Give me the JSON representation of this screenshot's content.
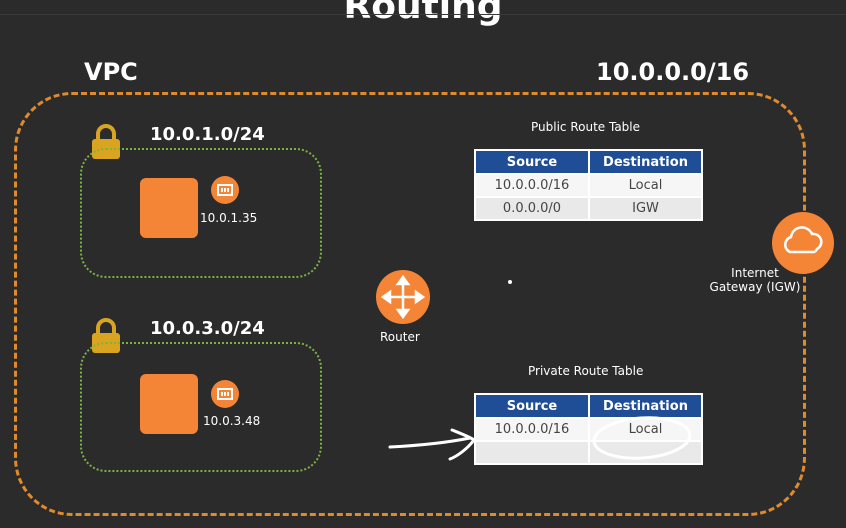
{
  "title": "Routing",
  "vpc": {
    "label": "VPC",
    "cidr": "10.0.0.0/16"
  },
  "subnets": [
    {
      "cidr": "10.0.1.0/24",
      "instance_ip": "10.0.1.35"
    },
    {
      "cidr": "10.0.3.0/24",
      "instance_ip": "10.0.3.48"
    }
  ],
  "router": {
    "label": "Router"
  },
  "igw": {
    "label_line1": "Internet",
    "label_line2": "Gateway (IGW)"
  },
  "public_route_table": {
    "title": "Public Route Table",
    "headers": [
      "Source",
      "Destination"
    ],
    "rows": [
      [
        "10.0.0.0/16",
        "Local"
      ],
      [
        "0.0.0.0/0",
        "IGW"
      ]
    ]
  },
  "private_route_table": {
    "title": "Private Route Table",
    "headers": [
      "Source",
      "Destination"
    ],
    "rows": [
      [
        "10.0.0.0/16",
        "Local"
      ],
      [
        "",
        ""
      ]
    ]
  },
  "colors": {
    "background": "#2b2b2b",
    "orange": "#f58536",
    "vpc_border": "#e08a2e",
    "subnet_border": "#7cb342",
    "table_header": "#1f4e96"
  },
  "icons": [
    "lock-icon",
    "instance-icon",
    "network-interface-icon",
    "router-icon",
    "cloud-icon"
  ]
}
